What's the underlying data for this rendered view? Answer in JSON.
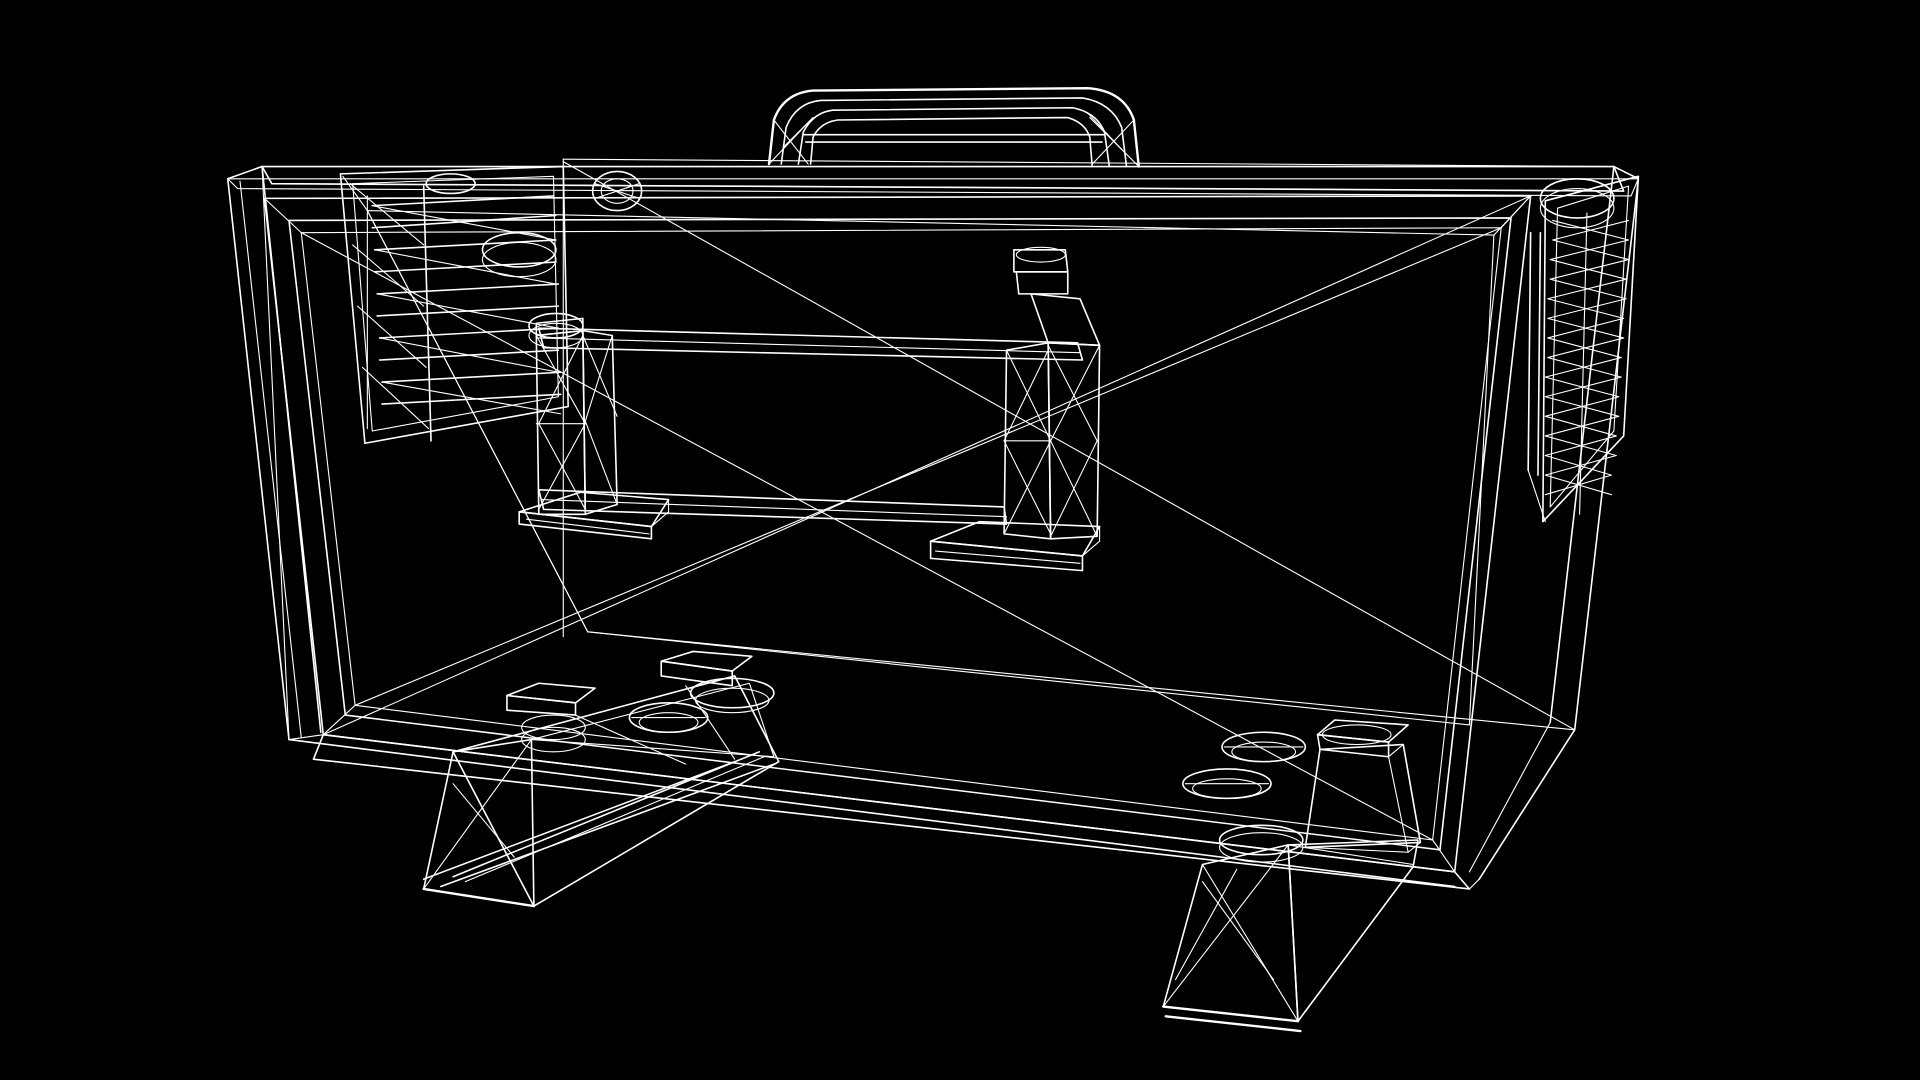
{
  "scene": {
    "background_color": "#000000",
    "line_color": "#ffffff",
    "parts": [
      "carrying-handle",
      "case-shell",
      "left-side-latch",
      "right-side-latch",
      "internal-bracket-left",
      "internal-bracket-right",
      "internal-crossbar",
      "front-left-foot",
      "front-right-foot",
      "front-mount-pads"
    ]
  }
}
